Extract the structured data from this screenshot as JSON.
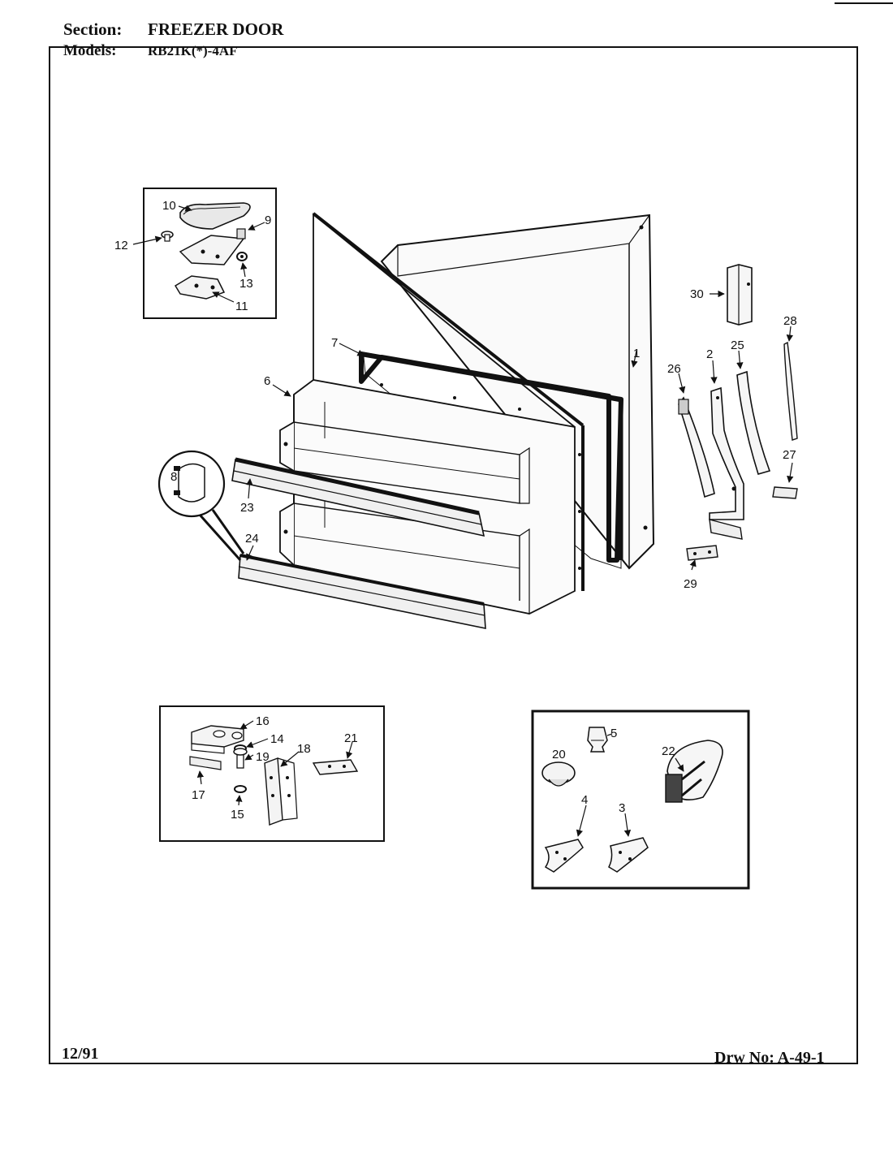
{
  "header": {
    "section_label": "Section:",
    "section_value": "FREEZER DOOR",
    "models_label": "Models:",
    "models_value": "RB21K(*)-4AF"
  },
  "footer": {
    "date": "12/91",
    "drawing_number": "Drw No: A-49-1"
  },
  "callouts": {
    "c1": "1",
    "c2": "2",
    "c3": "3",
    "c4": "4",
    "c5": "5",
    "c6": "6",
    "c7": "7",
    "c8": "8",
    "c9": "9",
    "c10": "10",
    "c11": "11",
    "c12": "12",
    "c13": "13",
    "c14": "14",
    "c15": "15",
    "c16": "16",
    "c17": "17",
    "c18": "18",
    "c19": "19",
    "c20": "20",
    "c21": "21",
    "c22": "22",
    "c23": "23",
    "c24": "24",
    "c25": "25",
    "c26": "26",
    "c27": "27",
    "c28": "28",
    "c29": "29",
    "c30": "30"
  }
}
